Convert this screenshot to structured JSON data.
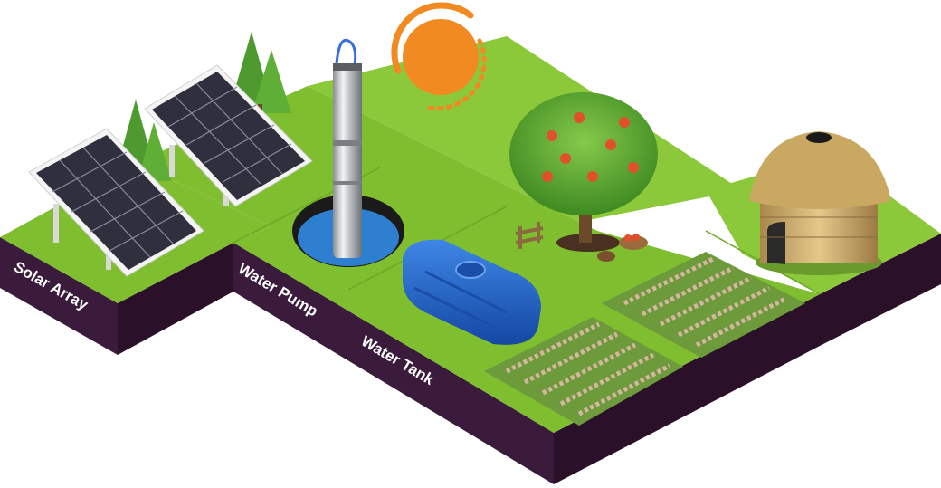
{
  "labels": {
    "solar_array": "Solar Array",
    "water_pump": "Water Pump",
    "water_tank": "Water Tank"
  },
  "colors": {
    "grass": "#7fbf2f",
    "grass_light": "#8cc93a",
    "side_dark": "#3a1b3b",
    "side_darker": "#2a1129",
    "sun": "#f28a22",
    "tank": "#1f64c8",
    "water": "#2f7fd0",
    "panel": "#2c2c3a",
    "tree": "#5ea832"
  },
  "icons": [
    "sun-icon",
    "solar-panel-icon",
    "pine-tree-icon",
    "submersible-pump-icon",
    "water-well-icon",
    "water-tank-icon",
    "apple-tree-icon",
    "fruit-basket-icon",
    "fence-icon",
    "crop-field-icon",
    "hut-icon"
  ]
}
